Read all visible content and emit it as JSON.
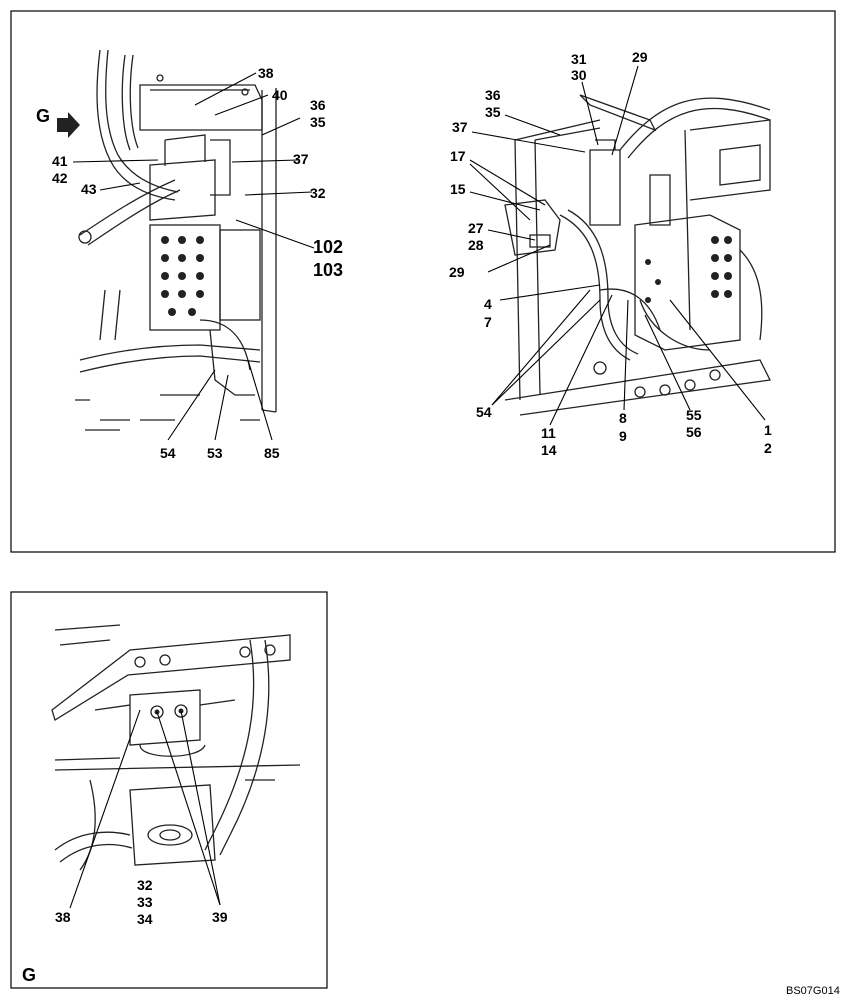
{
  "panel_top": {
    "left_view": {
      "view_marker": "G",
      "callouts": [
        "38",
        "40",
        "36",
        "35",
        "41",
        "42",
        "37",
        "43",
        "32",
        "102",
        "103",
        "54",
        "53",
        "85"
      ]
    },
    "right_view": {
      "callouts": [
        "31",
        "30",
        "29",
        "36",
        "35",
        "37",
        "17",
        "15",
        "27",
        "28",
        "29",
        "4",
        "7",
        "54",
        "11",
        "14",
        "8",
        "9",
        "55",
        "56",
        "1",
        "2"
      ]
    }
  },
  "panel_detail": {
    "view_label": "G",
    "callouts": [
      "32",
      "33",
      "34",
      "38",
      "39"
    ]
  },
  "figure_code": "BS07G014"
}
